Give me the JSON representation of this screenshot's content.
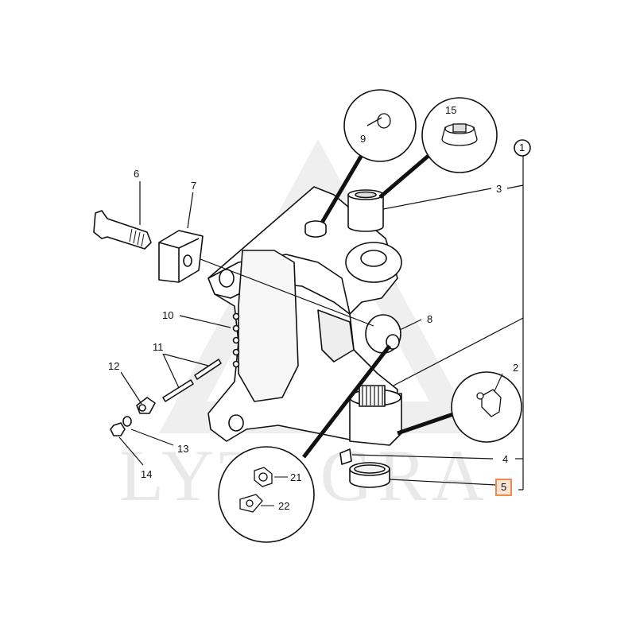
{
  "watermark": "LYTAGRA",
  "callouts": {
    "c1": "1",
    "c2": "2",
    "c3": "3",
    "c4": "4",
    "c5": "5",
    "c6": "6",
    "c7": "7",
    "c8": "8",
    "c9": "9",
    "c10": "10",
    "c11": "11",
    "c12": "12",
    "c13": "13",
    "c14": "14",
    "c15": "15",
    "c21": "21",
    "c22": "22"
  },
  "selected_callout": "5",
  "colors": {
    "line": "#111111",
    "highlight": "#f08a4b",
    "highlight_fill": "#fde4d2",
    "watermark": "#e9e9e9"
  }
}
